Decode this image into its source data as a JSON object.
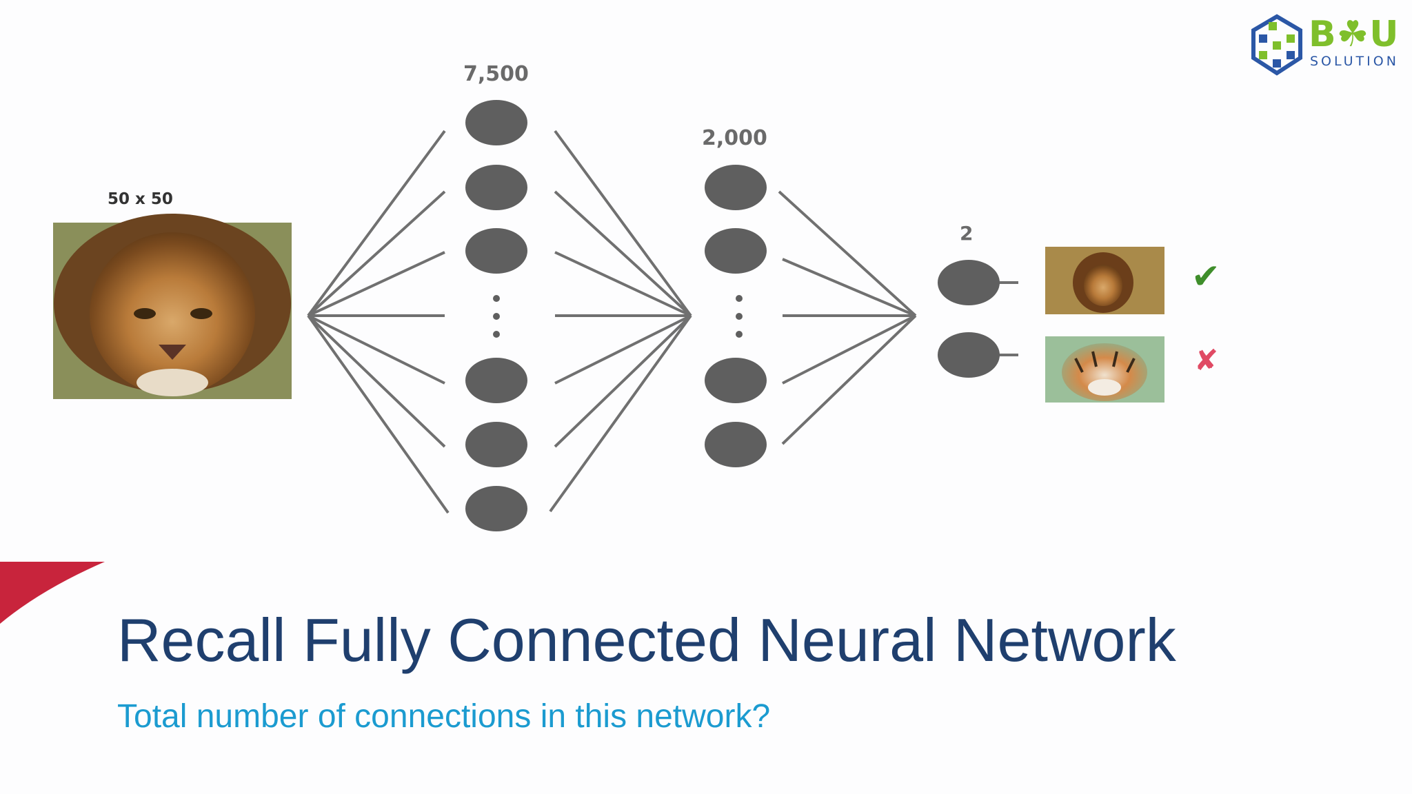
{
  "slide": {
    "title": "Recall Fully Connected Neural Network",
    "subtitle": "Total number of connections in this network?"
  },
  "logo": {
    "wordmark": "B☘U",
    "subtext": "SOLUTION"
  },
  "diagram": {
    "input_label": "50 x 50",
    "hidden1_label": "7,500",
    "hidden2_label": "2,000",
    "output_label": "2",
    "outputs": [
      {
        "image": "lion",
        "mark": "✔",
        "mark_color": "#3f8e2b"
      },
      {
        "image": "tiger",
        "mark": "✘",
        "mark_color": "#e04a64"
      }
    ]
  },
  "colors": {
    "title": "#1f3f6e",
    "subtitle": "#1b9bd0",
    "node": "#5f5f5f",
    "edge": "#707070",
    "accent_red": "#c8243c",
    "logo_green": "#7fbf2b",
    "logo_blue": "#2b57a6"
  }
}
